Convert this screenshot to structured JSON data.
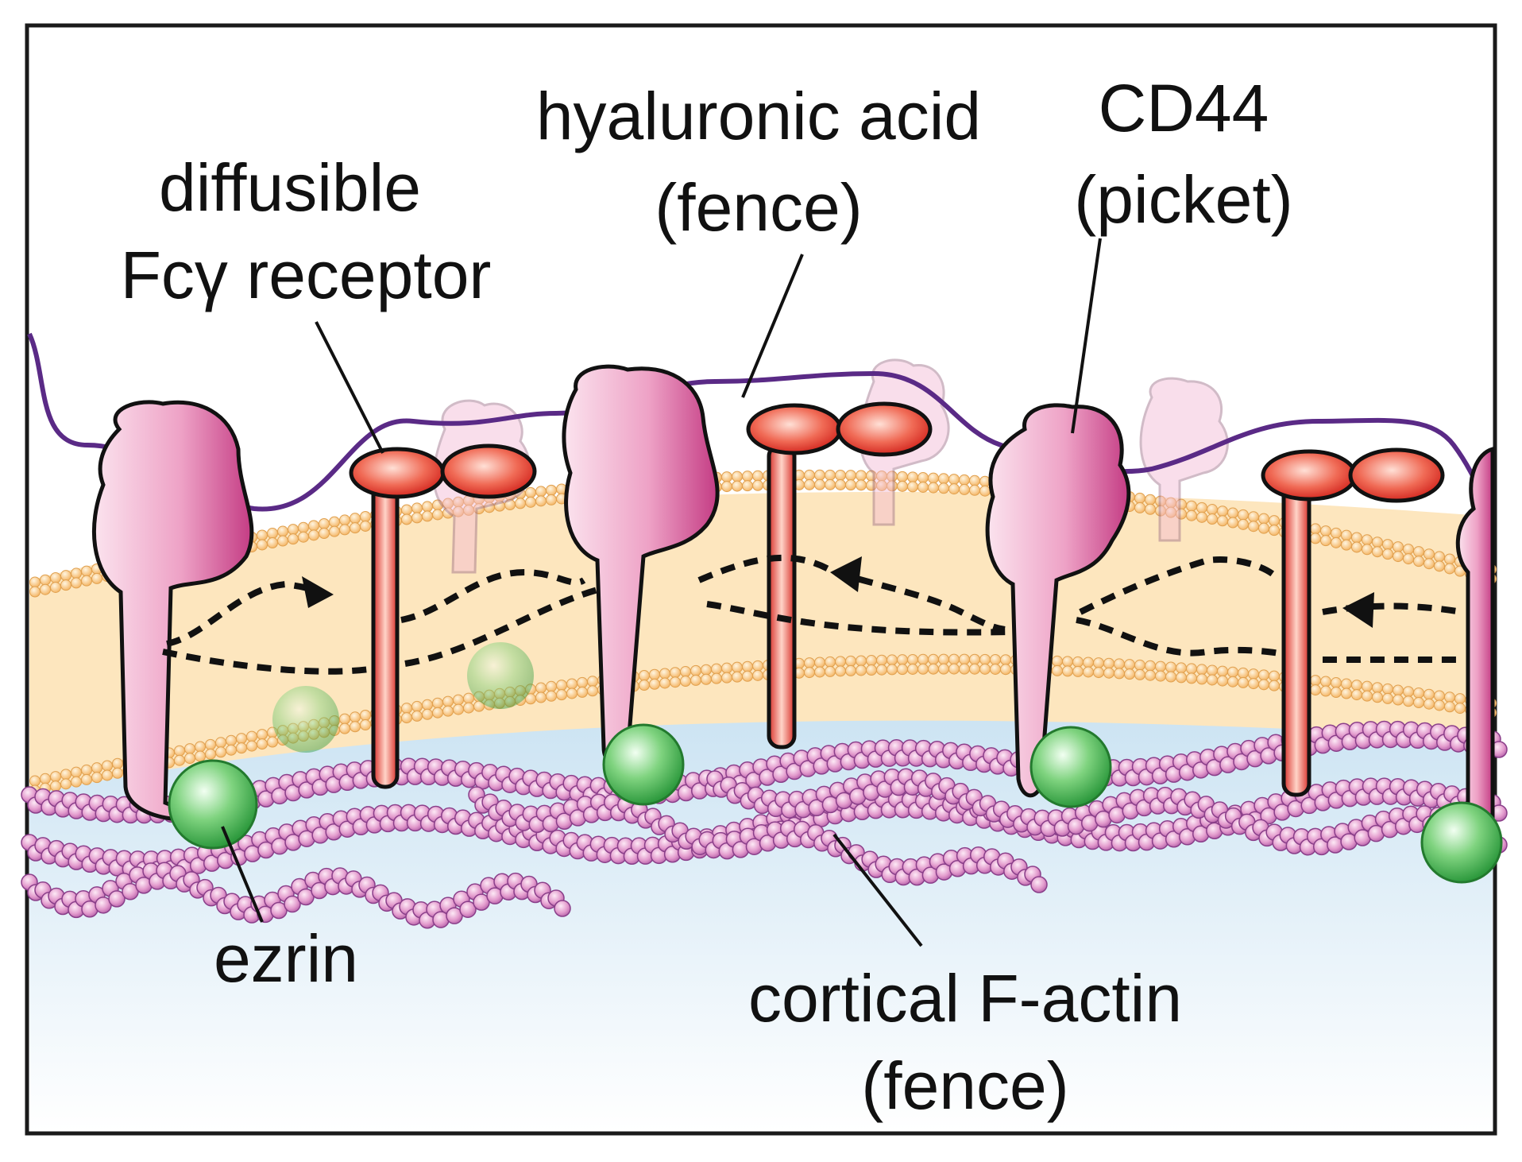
{
  "labels": {
    "fcr_line1": "diffusible",
    "fcr_line2": "Fcγ receptor",
    "ha_line1": "hyaluronic acid",
    "ha_line2": "(fence)",
    "cd44_line1": "CD44",
    "cd44_line2": "(picket)",
    "ezrin": "ezrin",
    "actin_line1": "cortical F-actin",
    "actin_line2": "(fence)"
  },
  "colors": {
    "frame": "#1a1a1a",
    "membrane_top": "#fde6be",
    "lipid_head": "#f8c27a",
    "cytoplasm": "#d8ebf6",
    "cd44": "#cc4c8e",
    "cd44_light": "#fbe3ee",
    "fc_receptor": "#e03c30",
    "fc_receptor_light": "#ffd6cc",
    "hyaluronic_acid": "#5a2a86",
    "ezrin": "#3fae4b",
    "actin_bead": "#d987c2",
    "actin_bead_edge": "#8a3f8a"
  },
  "icons": {
    "cd44": "cd44-picket-protein-icon",
    "fc_receptor": "fc-receptor-icon",
    "ezrin": "ezrin-sphere-icon",
    "actin": "actin-filament-bead-icon",
    "path": "diffusion-path-arrow-icon"
  }
}
